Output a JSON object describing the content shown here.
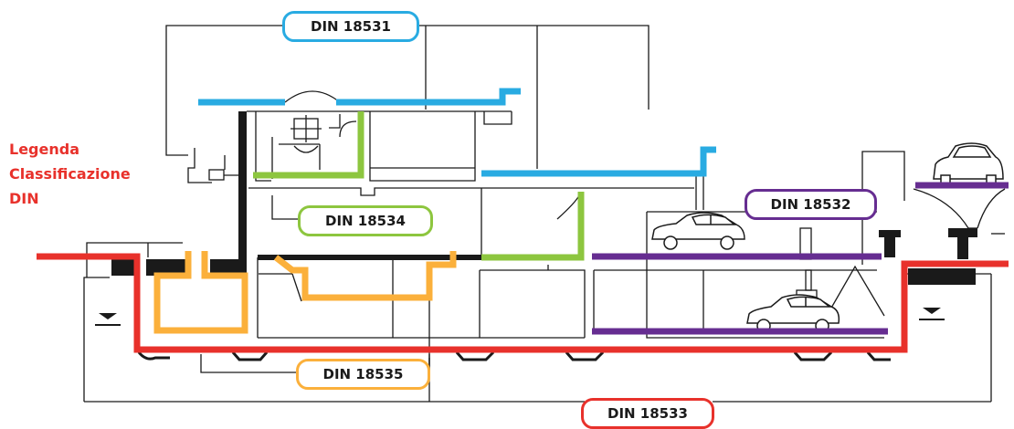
{
  "legend": {
    "line1": "Legenda",
    "line2": "Classificazione",
    "line3": "DIN"
  },
  "standards": [
    {
      "id": "din-18531",
      "label": "DIN 18531",
      "color": "#29abe2"
    },
    {
      "id": "din-18532",
      "label": "DIN 18532",
      "color": "#662d91"
    },
    {
      "id": "din-18533",
      "label": "DIN 18533",
      "color": "#e8312b"
    },
    {
      "id": "din-18534",
      "label": "DIN 18534",
      "color": "#8dc63f"
    },
    {
      "id": "din-18535",
      "label": "DIN 18535",
      "color": "#fbb03b"
    }
  ]
}
